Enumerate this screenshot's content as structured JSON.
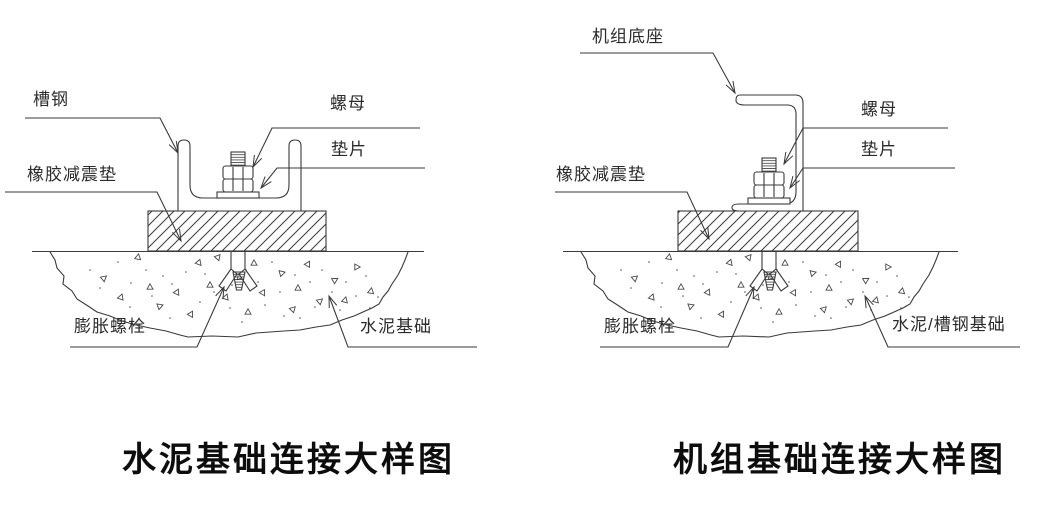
{
  "colors": {
    "line": "#3a3a3a",
    "text": "#2b2b2b",
    "title": "#0d0d0d",
    "background": "#ffffff"
  },
  "diagrams": [
    {
      "title": "水泥基础连接大样图",
      "labels": {
        "channel": "槽钢",
        "nut": "螺母",
        "washer": "垫片",
        "rubber_pad": "橡胶减震垫",
        "expansion_bolt": "膨胀螺栓",
        "foundation": "水泥基础"
      }
    },
    {
      "title": "机组基础连接大样图",
      "labels": {
        "unit_base": "机组底座",
        "nut": "螺母",
        "washer": "垫片",
        "rubber_pad": "橡胶减震垫",
        "expansion_bolt": "膨胀螺栓",
        "foundation": "水泥/槽钢基础"
      }
    }
  ]
}
